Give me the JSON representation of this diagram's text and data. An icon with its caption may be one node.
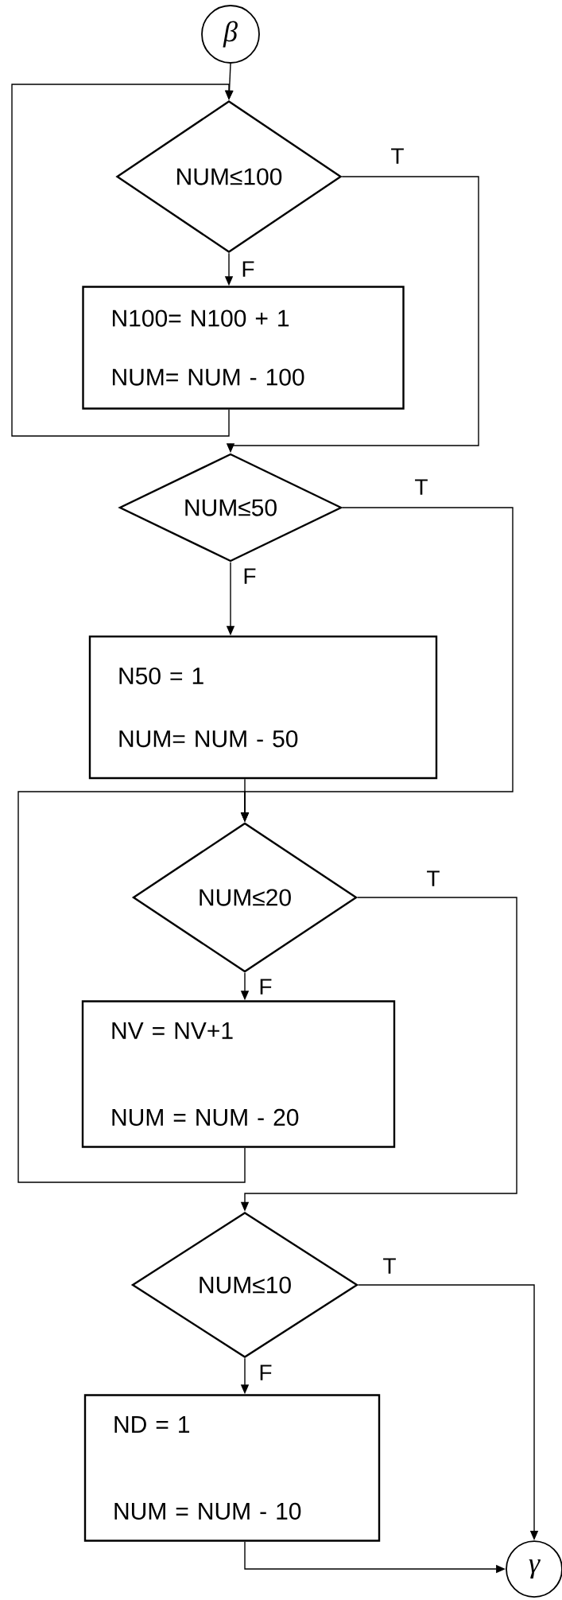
{
  "diagram": {
    "nodes": [
      {
        "text": [
          "β"
        ]
      },
      {
        "text": [
          "NUM≤100"
        ]
      },
      {
        "text": [
          "N100= N100 + 1",
          "NUM= NUM - 100"
        ]
      },
      {
        "text": [
          "NUM≤50"
        ]
      },
      {
        "text": [
          "N50 = 1",
          "NUM= NUM - 50"
        ]
      },
      {
        "text": [
          "NUM≤20"
        ]
      },
      {
        "text": [
          "NV = NV+1",
          "NUM = NUM - 20"
        ]
      },
      {
        "text": [
          "NUM≤10"
        ]
      },
      {
        "text": [
          "ND = 1",
          "NUM = NUM - 10"
        ]
      },
      {
        "text": [
          "γ"
        ]
      }
    ],
    "edges": [
      {
        "from": 0,
        "to": 1,
        "arrow": "to"
      },
      {
        "from": 1,
        "to": 2,
        "arrow": "to",
        "label": "F"
      },
      {
        "from": 1,
        "to": 3,
        "arrow": "to",
        "label": "T"
      },
      {
        "from": 2,
        "to": 1,
        "arrow": "to"
      },
      {
        "from": 3,
        "to": 4,
        "arrow": "to",
        "label": "F"
      },
      {
        "from": 3,
        "to": 5,
        "arrow": "to",
        "label": "T"
      },
      {
        "from": 4,
        "to": 5,
        "arrow": "to"
      },
      {
        "from": 5,
        "to": 6,
        "arrow": "to",
        "label": "F"
      },
      {
        "from": 6,
        "to": 5,
        "arrow": "to"
      },
      {
        "from": 5,
        "to": 7,
        "arrow": "to",
        "label": "T"
      },
      {
        "from": 7,
        "to": 8,
        "arrow": "to",
        "label": "F"
      },
      {
        "from": 7,
        "to": 9,
        "arrow": "to",
        "label": "T"
      },
      {
        "from": 8,
        "to": 9,
        "arrow": "to"
      }
    ]
  }
}
